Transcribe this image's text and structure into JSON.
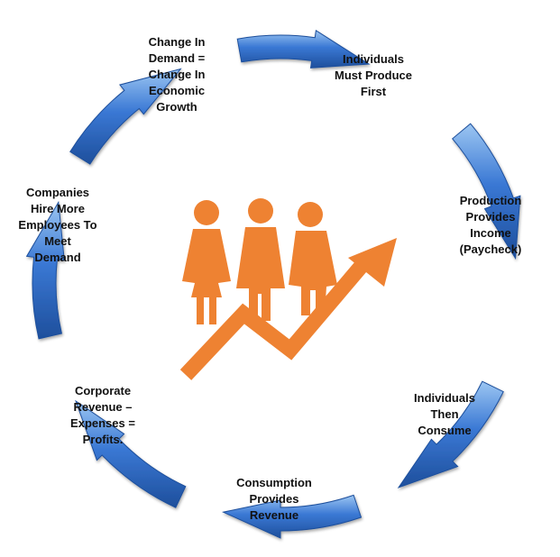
{
  "colors": {
    "arrow_dark": "#1e4f9c",
    "arrow_mid": "#3a78d4",
    "arrow_light": "#9cc6f2",
    "figure_orange": "#ee8232",
    "label_text": "#111111"
  },
  "icons": {
    "center": "people-growth-arrow-icon",
    "cycle_arrow": "curved-blue-arrow-icon"
  },
  "cycle": {
    "nodes": [
      {
        "lines": [
          "Change In",
          "Demand =",
          "Change In",
          "Economic",
          "Growth"
        ]
      },
      {
        "lines": [
          "Individuals",
          "Must Produce",
          "First"
        ]
      },
      {
        "lines": [
          "Production",
          "Provides",
          "Income",
          "(Paycheck)"
        ]
      },
      {
        "lines": [
          "Individuals",
          "Then",
          "Consume"
        ]
      },
      {
        "lines": [
          "Consumption",
          "Provides",
          "Revenue"
        ]
      },
      {
        "lines": [
          "Corporate",
          "Revenue –",
          "Expenses =",
          "Profits."
        ]
      },
      {
        "lines": [
          "Companies",
          "Hire More",
          "Employees To",
          "Meet",
          "Demand"
        ]
      }
    ]
  }
}
